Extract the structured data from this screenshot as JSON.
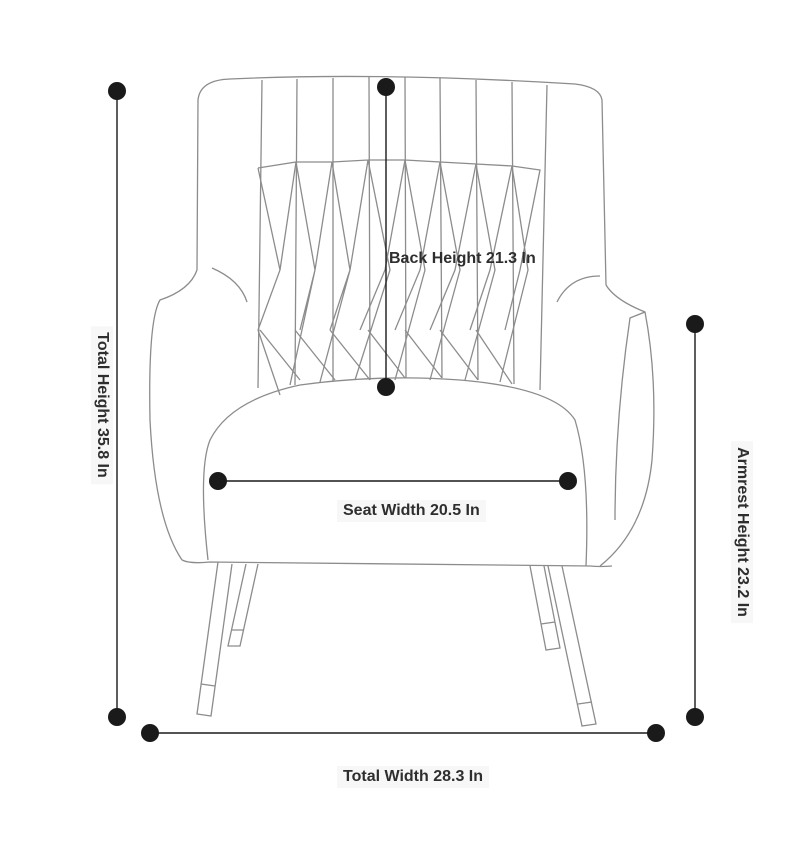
{
  "labels": {
    "back_height": "Back Height 21.3 In",
    "seat_width": "Seat Width 20.5 In",
    "total_width": "Total Width 28.3 In",
    "total_height": "Total Height 35.8 In",
    "armrest_height": "Armrest Height 23.2 In"
  },
  "colors": {
    "dimension_line": "#1a1a1a",
    "dimension_dot": "#1a1a1a",
    "chair_outline": "#8c8c8c",
    "label_text": "#2e2e2e"
  }
}
